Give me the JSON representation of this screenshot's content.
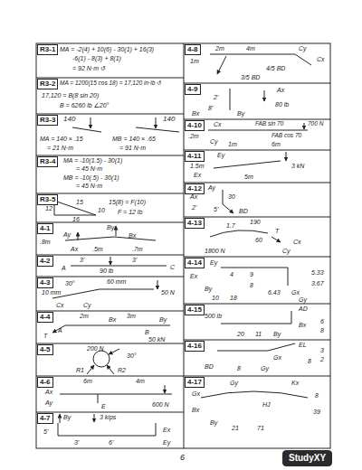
{
  "diagram": {
    "nodes": [
      {
        "text": [
          "R3-1"
        ]
      },
      {
        "text": [
          "R3-2"
        ]
      },
      {
        "text": [
          "R3-3"
        ]
      },
      {
        "text": [
          "R3-4"
        ]
      },
      {
        "text": [
          "R3-5"
        ]
      },
      {
        "text": [
          "4-1"
        ]
      },
      {
        "text": [
          "4-2"
        ]
      },
      {
        "text": [
          "4-3"
        ]
      },
      {
        "text": [
          "4-4"
        ]
      },
      {
        "text": [
          "4-5"
        ]
      },
      {
        "text": [
          "4-6"
        ]
      },
      {
        "text": [
          "4-7"
        ]
      },
      {
        "text": [
          "4-8"
        ]
      },
      {
        "text": [
          "4-9"
        ]
      },
      {
        "text": [
          "4-10"
        ]
      },
      {
        "text": [
          "4-11"
        ]
      },
      {
        "text": [
          "4-12"
        ]
      },
      {
        "text": [
          "4-13"
        ]
      },
      {
        "text": [
          "4-14"
        ]
      },
      {
        "text": [
          "4-15"
        ]
      },
      {
        "text": [
          "4-16"
        ]
      },
      {
        "text": [
          "4-17"
        ]
      },
      {
        "text": [
          "StudyXY"
        ]
      }
    ],
    "labels": [
      "MA = -2(4) + 10(6) - 30(1) + 16(3)",
      "-6(1) - 8(3) + 8(1)",
      "= 92 N·m ↺",
      "MA = 1200(15 cos 18) = 17,120 in·lb ↺",
      "17,120 = B(8 sin 20)",
      "B = 6260 lb ∠20°",
      "140",
      "140",
      "MA = 140 × .15",
      "= 21 N·m",
      "MB = 140 × .65",
      "= 91 N·m",
      "MA = -10(1.5) - 30(1)",
      "= 45 N·m",
      "MB = -10(.5) - 30(1)",
      "= 45 N·m",
      "15(8) = F(10)",
      "F = 12 lb",
      "12",
      "16",
      "15",
      "10",
      "By",
      "Bx",
      "Ay",
      ".8m",
      "Ax",
      ".5m",
      ".7m",
      "A",
      "3'",
      "3'",
      "C",
      "90 lb",
      "10 mm",
      "30°",
      "60 mm",
      "50 N",
      "Cx",
      "Cy",
      "2m",
      "3m",
      "Bx",
      "By",
      "A",
      "T",
      "B",
      "50 kN",
      "200 N",
      "30°",
      "R1",
      "R2",
      "6m",
      "4m",
      "Ax",
      "Ay",
      "E",
      "600 N",
      "By",
      "3 kips",
      "5'",
      "Ex",
      "3'",
      "6'",
      "Ey",
      "2m",
      "4m",
      "Cy",
      "Cx",
      "1m",
      "4/5 BD",
      "3/5 BD",
      "Ax",
      "2'",
      "80 lb",
      "8'",
      "By",
      "Bx",
      "Cx",
      "FAB sin 70",
      "700 N",
      ".2m",
      "FAB cos 70",
      "Cy",
      "1m",
      "6m",
      "Ey",
      "1.5m",
      "Ex",
      "3 kN",
      "5m",
      "Ay",
      "Ax",
      "30",
      "2'",
      "5'",
      "BD",
      "190",
      "1.7",
      "60",
      "T",
      "Cx",
      "Cy",
      "1800 N",
      "Ey",
      "Ex",
      "4",
      "9",
      "8",
      "By",
      "10",
      "18",
      "6.43",
      "Gx",
      "Gy",
      "5.33",
      "3.67",
      "AD",
      "500 lb",
      "Bx",
      "6",
      "8",
      "20",
      "11",
      "By",
      "EL",
      "3",
      "2",
      "8",
      "Gx",
      "BD",
      "8",
      "Gy",
      "Gy",
      "Kx",
      "Gx",
      "8",
      "HJ",
      "Bx",
      "39",
      "By",
      "21",
      "71",
      "6"
    ]
  }
}
